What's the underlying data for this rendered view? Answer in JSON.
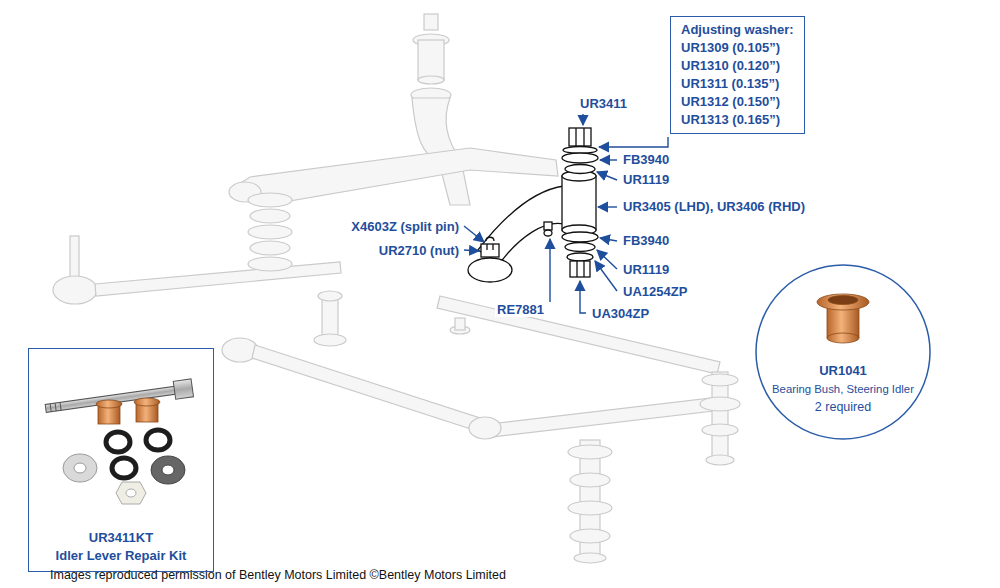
{
  "diagram": {
    "caption": "Images reproduced permission of Bentley Motors Limited ©Bentley Motors Limited",
    "nodes": [
      {
        "text": [
          "Adjusting washer:",
          "UR1309 (0.105”)",
          "UR1310 (0.120”)",
          "UR1311 (0.135”)",
          "UR1312 (0.150”)",
          "UR1313 (0.165”)"
        ]
      },
      {
        "text": [
          "UR1041",
          "Bearing Bush, Steering Idler",
          "2 required"
        ]
      },
      {
        "text": [
          "UR3411KT",
          "Idler Lever Repair Kit"
        ]
      }
    ],
    "labels": [
      "UR3411",
      "FB3940",
      "UR1119",
      "UR3405 (LHD), UR3406 (RHD)",
      "FB3940",
      "UR1119",
      "UA1254ZP",
      "UA304ZP",
      "RE7881",
      "X4603Z (split pin)",
      "UR2710 (nut)"
    ]
  }
}
